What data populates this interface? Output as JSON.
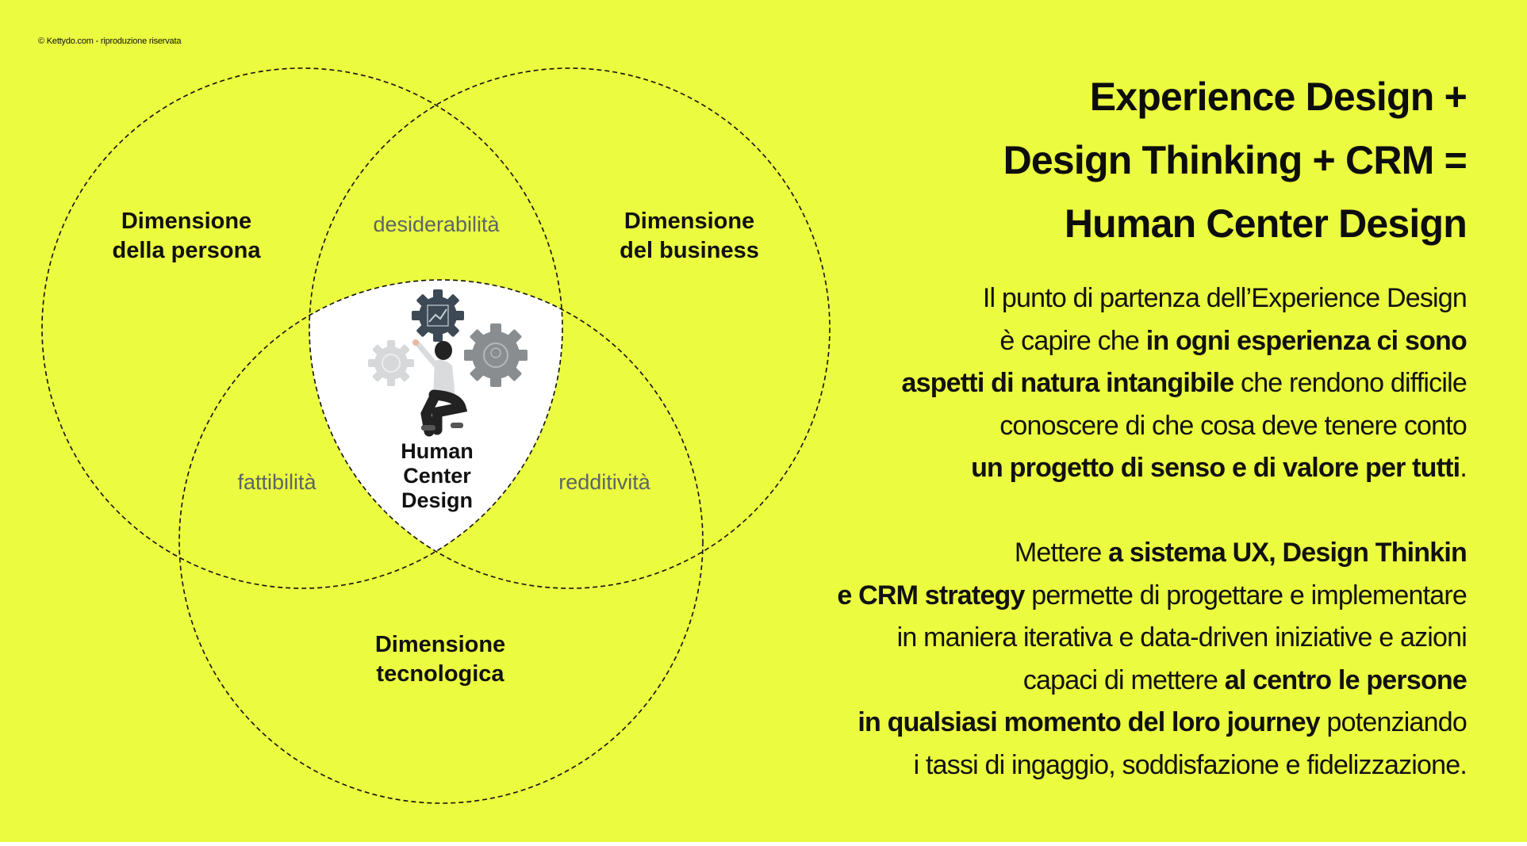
{
  "copyright": "© Kettydo.com - riproduzione riservata",
  "diagram": {
    "circles": [
      {
        "label_line1": "Dimensione",
        "label_line2": "della persona"
      },
      {
        "label_line1": "Dimensione",
        "label_line2": "del business"
      },
      {
        "label_line1": "Dimensione",
        "label_line2": "tecnologica"
      }
    ],
    "overlaps": {
      "persona_business": "desiderabilità",
      "persona_tecnologica": "fattibilità",
      "business_tecnologica": "redditività"
    },
    "center": {
      "line1": "Human",
      "line2": "Center",
      "line3": "Design"
    }
  },
  "title": {
    "line1": "Experience Design +",
    "line2": "Design Thinking + CRM =",
    "line3": "Human Center Design"
  },
  "paragraph1": [
    [
      {
        "t": "Il punto di partenza dell’Experience Design",
        "b": false
      }
    ],
    [
      {
        "t": "è capire che ",
        "b": false
      },
      {
        "t": "in ogni esperienza ci sono",
        "b": true
      }
    ],
    [
      {
        "t": "aspetti di natura intangibile",
        "b": true
      },
      {
        "t": " che rendono difficile",
        "b": false
      }
    ],
    [
      {
        "t": "conoscere di che cosa deve tenere conto",
        "b": false
      }
    ],
    [
      {
        "t": "un progetto di senso e di valore per tutti",
        "b": true
      },
      {
        "t": ".",
        "b": false
      }
    ]
  ],
  "paragraph2": [
    [
      {
        "t": "Mettere ",
        "b": false
      },
      {
        "t": "a sistema UX, Design Thinkin",
        "b": true
      }
    ],
    [
      {
        "t": "e CRM strategy",
        "b": true
      },
      {
        "t": " permette di progettare e implementare",
        "b": false
      }
    ],
    [
      {
        "t": "in maniera iterativa e data-driven iniziative e azioni",
        "b": false
      }
    ],
    [
      {
        "t": "capaci di mettere ",
        "b": false
      },
      {
        "t": "al centro le persone",
        "b": true
      }
    ],
    [
      {
        "t": "in qualsiasi momento del loro journey",
        "b": true
      },
      {
        "t": " potenziando",
        "b": false
      }
    ],
    [
      {
        "t": "i tassi di ingaggio, soddisfazione e fidelizzazione.",
        "b": false
      }
    ]
  ],
  "colors": {
    "background": "#ebfb3f",
    "text": "#111111",
    "muted_text": "#5d6468",
    "center_fill": "#ffffff"
  }
}
